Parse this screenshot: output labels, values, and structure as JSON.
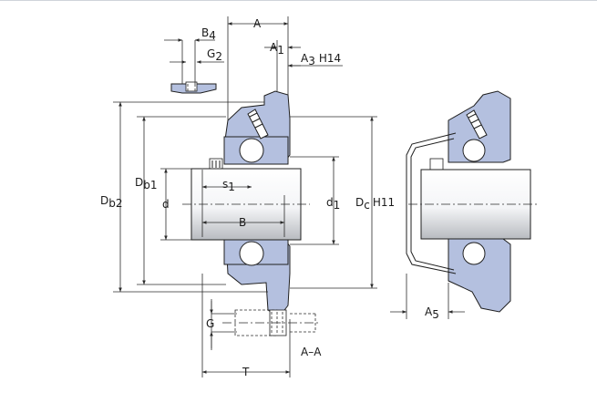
{
  "diagram": {
    "title": "",
    "labels": {
      "A": "A",
      "A1_main": "A",
      "A1_sub": "1",
      "A3_main": "A",
      "A3_sub": "3",
      "A3_tol": "H14",
      "B4_main": "B",
      "B4_sub": "4",
      "G2_main": "G",
      "G2_sub": "2",
      "Db1_main": "D",
      "Db1_sub": "b1",
      "Db2_main": "D",
      "Db2_sub": "b2",
      "d": "d",
      "s1_main": "s",
      "s1_sub": "1",
      "B": "B",
      "d1_main": "d",
      "d1_sub": "1",
      "Dc_main": "D",
      "Dc_sub": "c",
      "Dc_tol": "H11",
      "G": "G",
      "T": "T",
      "section": "A–A",
      "A5_main": "A",
      "A5_sub": "5"
    },
    "colors": {
      "housing": "#b4c0df",
      "shaft_light": "#ffffff",
      "shaft_dark": "#b8bbc0",
      "line": "#1f1f1f"
    }
  }
}
